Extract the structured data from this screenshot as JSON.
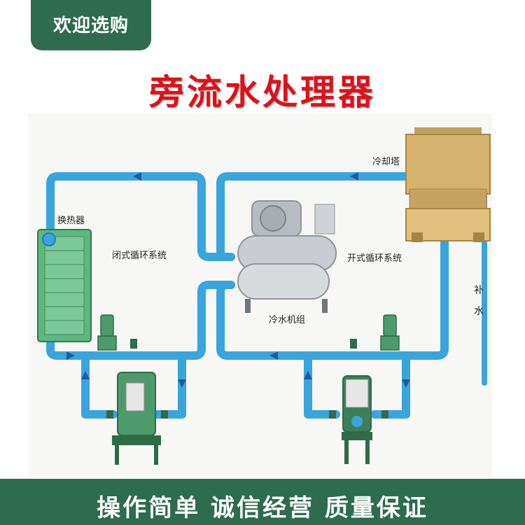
{
  "badge": {
    "text": "欢迎选购"
  },
  "title": {
    "text": "旁流水处理器"
  },
  "diagram": {
    "labels": {
      "heat_exchanger": "换热器",
      "closed_loop": "闭式循环系统",
      "cooling_tower": "冷却塔",
      "open_loop": "开式循环系统",
      "chiller": "冷水机组",
      "makeup_water": "补水"
    },
    "colors": {
      "pipe": "#3aa4dc",
      "pipe_edge": "#1d7fb6",
      "arrow": "#1f5aa6",
      "exchanger": "#5db77f",
      "tower": "#d7b46e",
      "chiller": "#c9cdd1"
    }
  },
  "footer": {
    "text": "操作简单 诚信经营 质量保证"
  }
}
